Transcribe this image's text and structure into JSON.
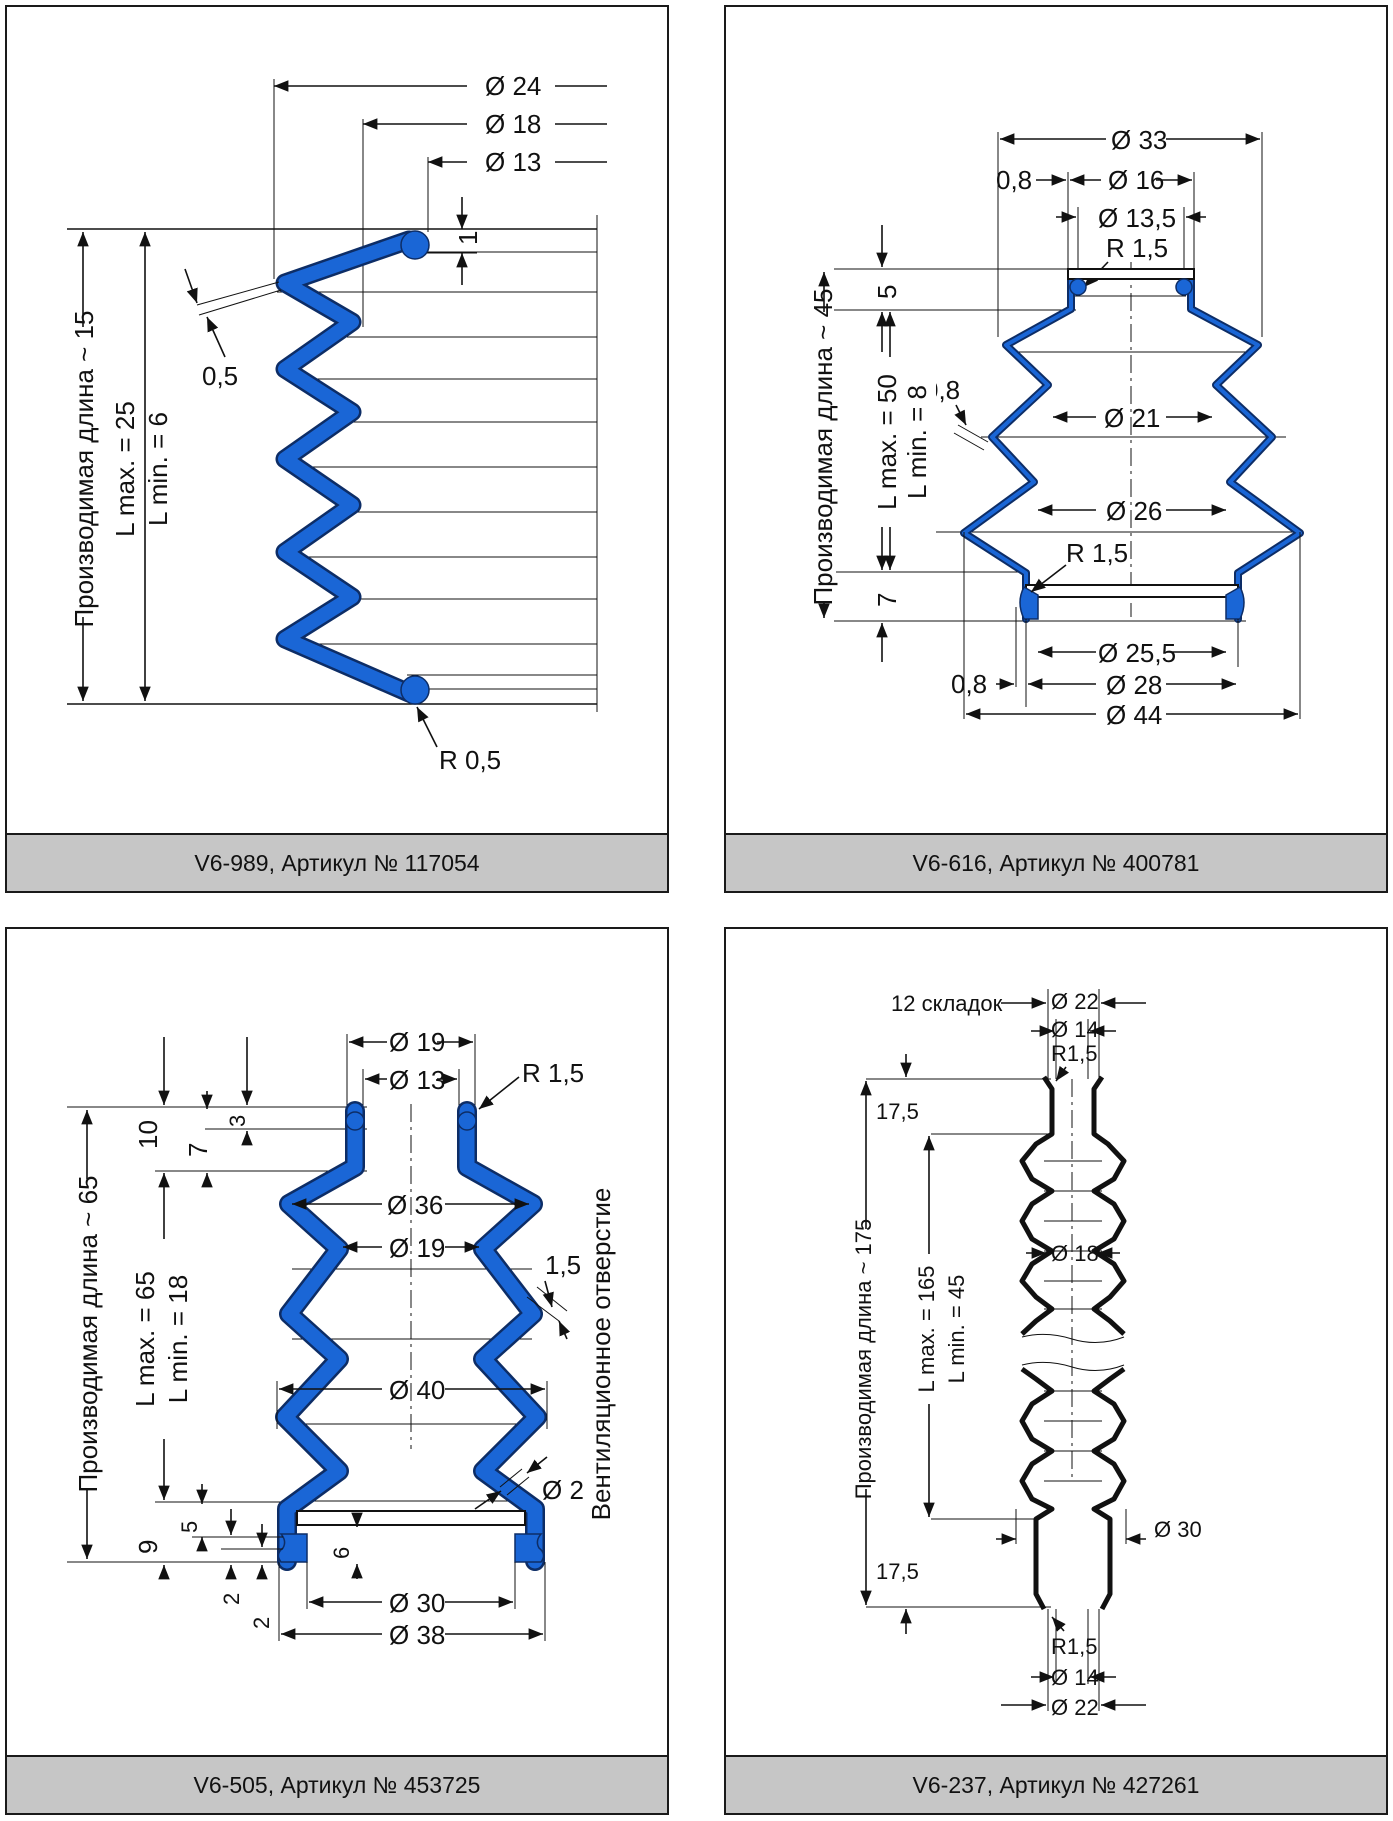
{
  "panels": [
    {
      "caption": "V6-989, Артикул № 117054",
      "labels": {
        "d1": "Ø 24",
        "d2": "Ø 18",
        "d3": "Ø 13",
        "t1": "1",
        "wall": "0,5",
        "r": "R 0,5",
        "length": "Производимая длина ~ 15",
        "lmax": "L max. = 25",
        "lmin": "L min. = 6"
      }
    },
    {
      "caption": "V6-616, Артикул № 400781",
      "labels": {
        "d1": "Ø 33",
        "d2": "Ø 16",
        "d3": "Ø 13,5",
        "w1": "0,8",
        "r1": "R 1,5",
        "h1": "5",
        "length": "Производимая длина ~ 45",
        "lmax": "L max. = 50",
        "lmin": "L min. = 8",
        "wall": "0,8",
        "d4": "Ø 21",
        "d5": "Ø 26",
        "r2": "R 1,5",
        "h2": "7",
        "d6": "Ø 25,5",
        "w2": "0,8",
        "d7": "Ø 28",
        "d8": "Ø 44"
      }
    },
    {
      "caption": "V6-505, Артикул № 453725",
      "labels": {
        "d1": "Ø 19",
        "d2": "Ø 13",
        "r1": "R 1,5",
        "h10": "10",
        "h7": "7",
        "h3": "3",
        "length": "Производимая длина ~ 65",
        "lmax": "L max. = 65",
        "lmin": "L min. = 18",
        "d3": "Ø 36",
        "d4": "Ø 19",
        "wall": "1,5",
        "vent": "Вентиляционное отверстие",
        "d5": "Ø 40",
        "d6": "Ø 2",
        "h9": "9",
        "h5": "5",
        "h6": "6",
        "h2a": "2",
        "h2b": "2",
        "d7": "Ø 30",
        "d8": "Ø 38"
      }
    },
    {
      "caption": "V6-237, Артикул № 427261",
      "labels": {
        "folds": "12 складок",
        "d1": "Ø 22",
        "d2": "Ø 14",
        "r1": "R1,5",
        "h1": "17,5",
        "length": "Производимая длина ~ 175",
        "lmax": "L max. = 165",
        "lmin": "L min. = 45",
        "d3": "Ø 18",
        "d4": "Ø 30",
        "h2": "17,5",
        "r2": "R1,5",
        "d5": "Ø 14",
        "d6": "Ø 22"
      }
    }
  ]
}
